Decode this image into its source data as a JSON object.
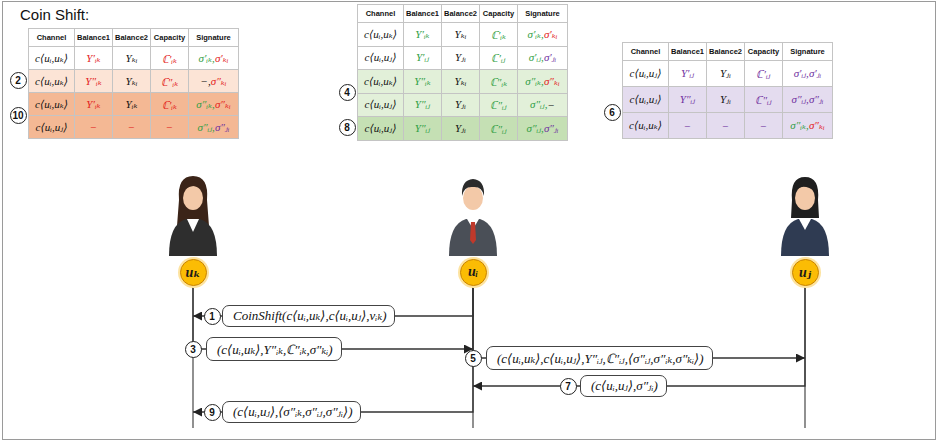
{
  "diagram": {
    "title": "Coin Shift:",
    "nodes": [
      {
        "text": [
          "uₖ"
        ]
      },
      {
        "text": [
          "uᵢ"
        ]
      },
      {
        "text": [
          "uⱼ"
        ]
      }
    ],
    "edges": [
      {
        "from": 1,
        "to": 0,
        "arrow": "to",
        "label": "CoinShift(c⟨uᵢ,uₖ⟩,c⟨uᵢ,uⱼ⟩,vᵢₖ)"
      },
      {
        "from": 0,
        "to": 1,
        "arrow": "to",
        "label": "(c⟨uᵢ,uₖ⟩,Υ″ᵢₖ,ℂ″ᵢₖ,σ″ₖᵢ)"
      },
      {
        "from": 1,
        "to": 2,
        "arrow": "to",
        "label": "(c⟨uᵢ,uₖ⟩,c⟨uᵢ,uⱼ⟩,Υ″ᵢⱼ,ℂ″ᵢⱼ,⟨σ″ᵢⱼ,σ″ᵢₖ,σ″ₖᵢ⟩)"
      },
      {
        "from": 2,
        "to": 1,
        "arrow": "to",
        "label": "(c⟨uᵢ,uⱼ⟩,σ″ⱼᵢ)"
      },
      {
        "from": 1,
        "to": 0,
        "arrow": "to",
        "label": "(c⟨uᵢ,uⱼ⟩,⟨σ″ᵢₖ,σ″ᵢⱼ,σ″ⱼᵢ⟩)"
      }
    ],
    "labels": [
      "Channel",
      "Balance1",
      "Balance2",
      "Capacity",
      "Signature",
      "c⟨uᵢ,uₖ⟩",
      "Υ′ᵢₖ",
      "Υₖᵢ",
      "ℂ′ᵢₖ",
      "σ′ᵢₖ,",
      "σ′ₖᵢ",
      "c⟨uᵢ,uₖ⟩",
      "Υ″ᵢₖ",
      "Υₖᵢ",
      "ℂ″ᵢₖ",
      "−,",
      "σ″ₖᵢ",
      "c⟨uᵢ,uₖ⟩",
      "Υ′ᵢₖ",
      "Υᵢₖ",
      "ℂ′ᵢₖ",
      "σ″ᵢₖ,",
      "σ″ₖᵢ",
      "c⟨uᵢ,uⱼ⟩",
      "−",
      "−",
      "−",
      "σ″ᵢⱼ,",
      "σ″ⱼᵢ",
      "Channel",
      "Balance1",
      "Balance2",
      "Capacity",
      "Signature",
      "c⟨uᵢ,uₖ⟩",
      "Υ′ᵢₖ",
      "Υₖᵢ",
      "ℂ′ᵢₖ",
      "σ′ᵢₖ,",
      "σ′ₖᵢ",
      "c⟨uᵢ,uⱼ⟩",
      "Υ′ᵢⱼ",
      "Υⱼᵢ",
      "ℂ′ᵢⱼ",
      "σ′ᵢⱼ,",
      "σ′ⱼᵢ",
      "c⟨uᵢ,uₖ⟩",
      "Υ″ᵢₖ",
      "Υₖᵢ",
      "ℂ″ᵢₖ",
      "σ″ᵢₖ,",
      "σ″ₖᵢ",
      "c⟨uᵢ,uⱼ⟩",
      "Υ″ᵢⱼ",
      "Υⱼᵢ",
      "ℂ″ᵢⱼ",
      "σ″ᵢⱼ,",
      "−",
      "c⟨uᵢ,uⱼ⟩",
      "Υ″ᵢⱼ",
      "Υⱼᵢ",
      "ℂ″ᵢⱼ",
      "σ″ᵢⱼ,",
      "σ″ⱼᵢ",
      "Channel",
      "Balance1",
      "Balance2",
      "Capacity",
      "Signature",
      "c⟨uᵢ,uⱼ⟩",
      "Υ′ᵢⱼ",
      "Υⱼᵢ",
      "ℂ′ᵢⱼ",
      "σ′ᵢⱼ,",
      "σ′ⱼᵢ",
      "c⟨uᵢ,uⱼ⟩",
      "Υ″ᵢⱼ",
      "Υⱼᵢ",
      "ℂ″ᵢⱼ",
      "σ″ᵢⱼ,",
      "σ″ⱼᵢ",
      "c⟨uᵢ,uₖ⟩",
      "−",
      "−",
      "−",
      "σ″ᵢₖ,",
      "σ″ₖᵢ",
      "2",
      "10",
      "4",
      "8",
      "6",
      "1",
      "3",
      "5",
      "7",
      "9"
    ]
  }
}
